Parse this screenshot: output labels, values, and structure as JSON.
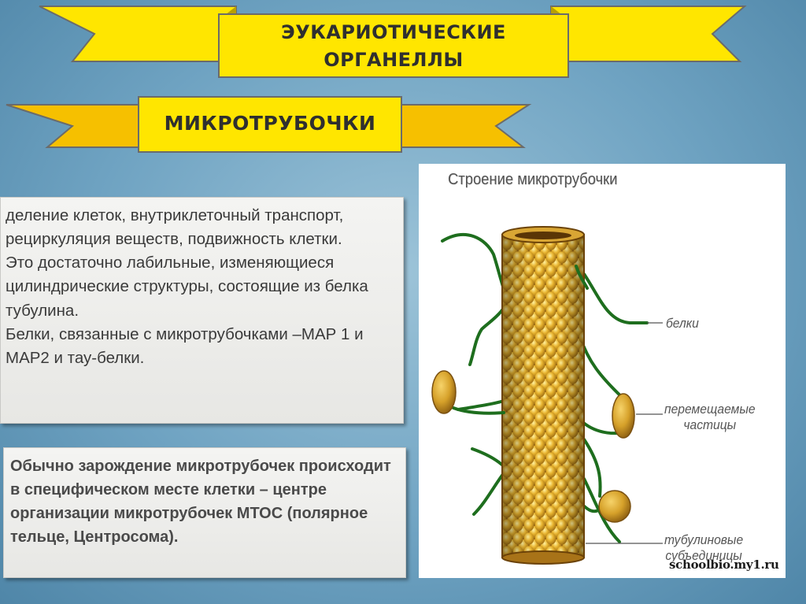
{
  "header": {
    "title_line1": "ЭУКАРИОТИЧЕСКИЕ",
    "title_line2": "ОРГАНЕЛЛЫ",
    "subtitle": "МИКРОТРУБОЧКИ"
  },
  "text_box_1": {
    "paragraphs": [
      "деление клеток, внутриклеточный транспорт, рециркуляция веществ, подвижность клетки.",
      "Это достаточно лабильные, изменяющиеся цилиндрические структуры, состоящие из белка  тубулина.",
      "Белки, связанные с микротрубочками –МАР 1 и МАР2 и тау-белки."
    ]
  },
  "text_box_2": {
    "text": "Обычно зарождение микротрубочек происходит в специфическом месте клетки – центре организации микротрубочек МТОС (полярное тельце, Центросома)."
  },
  "diagram": {
    "title": "Строение микротрубочки",
    "label_proteins": "белки",
    "label_particles_1": "перемещаемые",
    "label_particles_2": "частицы",
    "label_tubulin_1": "тубулиновые",
    "label_tubulin_2": "субъединицы",
    "watermark": "schoolbio.my1.ru"
  },
  "colors": {
    "ribbon": "#ffe600",
    "ribbon_dark": "#f2c200",
    "tubulin": "#e8b430",
    "protein_strand": "#1e6e1e"
  }
}
